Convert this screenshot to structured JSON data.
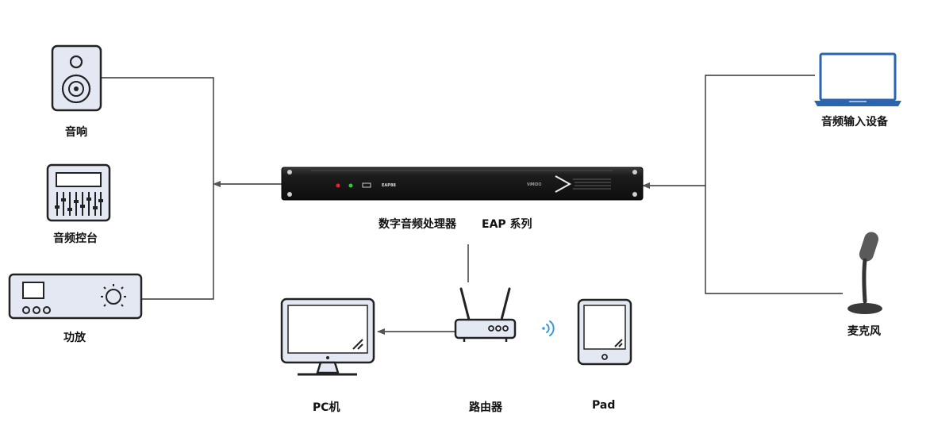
{
  "nodes": {
    "speaker": "音响",
    "mixer": "音频控台",
    "amplifier": "功放",
    "processor": "数字音频处理器",
    "processor_series": "EAP 系列",
    "audio_input": "音频输入设备",
    "microphone": "麦克风",
    "pc": "PC机",
    "router": "路由器",
    "pad": "Pad"
  },
  "device_panel": {
    "model": "EAP88",
    "brand": "VIMIDO"
  },
  "colors": {
    "device_fill": "#e4e8f3",
    "device_stroke": "#222222",
    "laptop_blue": "#2a66b0",
    "wifi_blue": "#3a9ad9",
    "line": "#333333",
    "processor_body": "#1a1a1a"
  }
}
